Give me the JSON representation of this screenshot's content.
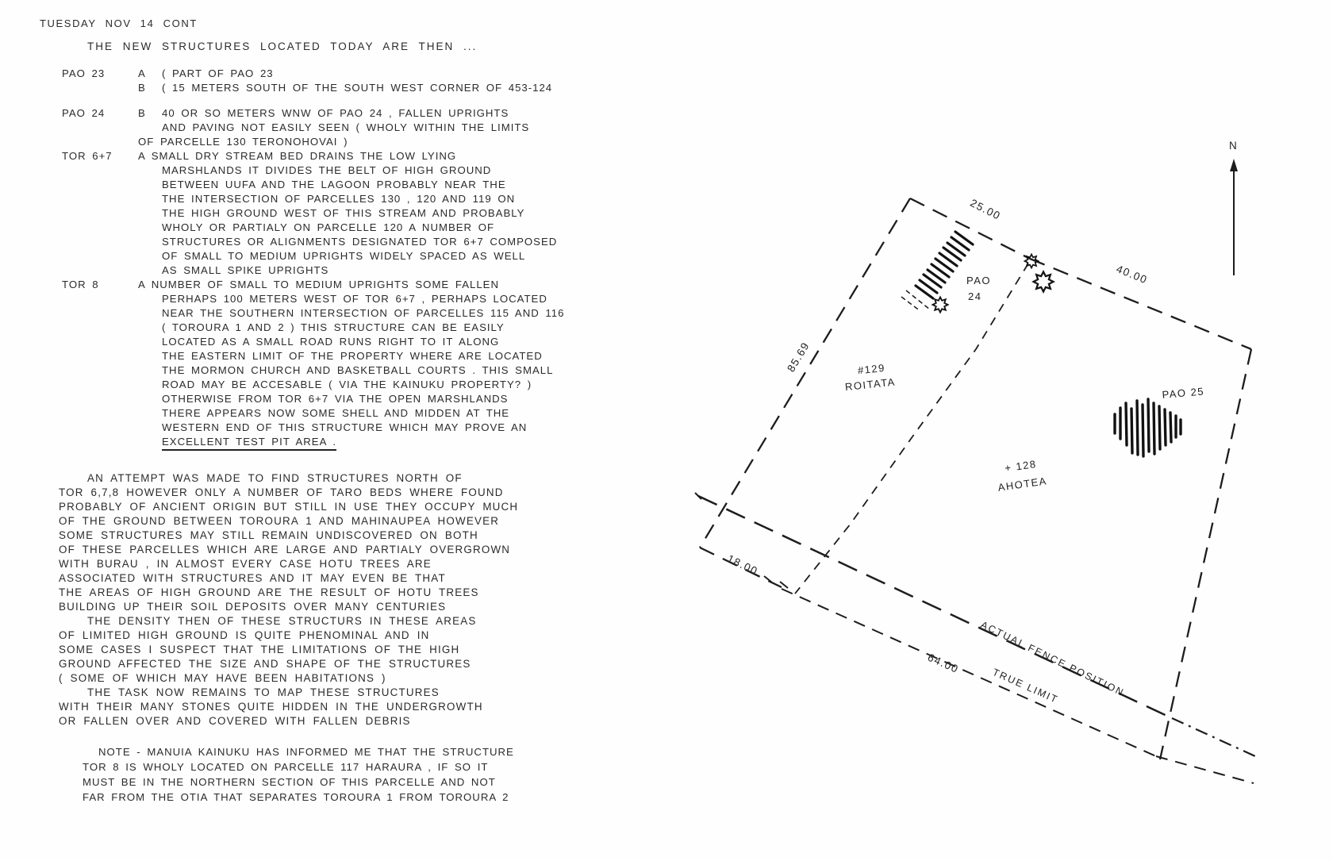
{
  "document": {
    "heading": "TUESDAY NOV 14 CONT",
    "intro": "THE NEW STRUCTURES LOCATED TODAY ARE THEN ...",
    "entries": [
      {
        "label": "PAO 23",
        "sub": "A",
        "text": "( PART OF PAO 23"
      },
      {
        "label": "",
        "sub": "B",
        "text": "( 15 METERS SOUTH OF THE SOUTH WEST CORNER OF 453-124"
      },
      {
        "label": "PAO 24",
        "sub": "B",
        "text": "40 OR SO METERS WNW OF PAO 24 , FALLEN UPRIGHTS"
      },
      {
        "text": "AND PAVING NOT EASILY SEEN ( WHOLY WITHIN THE LIMITS"
      },
      {
        "text": "OF PARCELLE 130 TERONOHOVAI )"
      },
      {
        "label": "TOR 6+7",
        "sub": "",
        "text": "A SMALL DRY STREAM BED DRAINS THE LOW LYING"
      },
      {
        "text": "MARSHLANDS IT DIVIDES THE BELT OF HIGH GROUND"
      },
      {
        "text": "BETWEEN UUFA AND THE LAGOON PROBABLY NEAR THE"
      },
      {
        "text": "THE INTERSECTION OF PARCELLES 130 , 120 AND 119 ON"
      },
      {
        "text": "THE HIGH GROUND WEST OF THIS STREAM AND PROBABLY"
      },
      {
        "text": "WHOLY OR PARTIALY ON PARCELLE 120 A NUMBER OF"
      },
      {
        "text": "STRUCTURES OR ALIGNMENTS DESIGNATED TOR 6+7 COMPOSED"
      },
      {
        "text": "OF SMALL TO MEDIUM UPRIGHTS WIDELY SPACED AS WELL"
      },
      {
        "text": "AS SMALL SPIKE UPRIGHTS"
      },
      {
        "label": "TOR 8",
        "sub": "",
        "text": "A NUMBER OF SMALL TO MEDIUM UPRIGHTS SOME FALLEN"
      },
      {
        "text": "PERHAPS 100 METERS WEST OF TOR 6+7 , PERHAPS LOCATED"
      },
      {
        "text": "NEAR THE SOUTHERN INTERSECTION OF PARCELLES 115 AND 116"
      },
      {
        "text": "( TOROURA 1 AND 2 )  THIS STRUCTURE CAN BE EASILY"
      },
      {
        "text": "LOCATED AS A SMALL ROAD RUNS RIGHT TO IT ALONG"
      },
      {
        "text": "THE EASTERN LIMIT OF THE PROPERTY WHERE ARE LOCATED"
      },
      {
        "text": "THE MORMON CHURCH AND BASKETBALL COURTS . THIS SMALL"
      },
      {
        "text": "ROAD MAY BE ACCESABLE ( VIA THE KAINUKU PROPERTY? )"
      },
      {
        "text": "OTHERWISE FROM TOR 6+7 VIA THE OPEN MARSHLANDS"
      },
      {
        "text": "THERE APPEARS NOW SOME SHELL AND MIDDEN AT THE"
      },
      {
        "text": "WESTERN END OF THIS STRUCTURE WHICH MAY PROVE AN"
      },
      {
        "text": "EXCELLENT TEST PIT AREA ."
      }
    ],
    "paragraph": [
      "AN ATTEMPT WAS MADE TO FIND STRUCTURES NORTH OF",
      "TOR 6,7,8 HOWEVER ONLY A NUMBER OF TARO BEDS WHERE FOUND",
      "PROBABLY OF ANCIENT ORIGIN BUT STILL IN USE THEY OCCUPY MUCH",
      "OF THE GROUND BETWEEN TOROURA 1 AND MAHINAUPEA HOWEVER",
      "SOME STRUCTURES MAY STILL REMAIN UNDISCOVERED ON BOTH",
      "OF THESE PARCELLES WHICH ARE LARGE AND PARTIALY OVERGROWN",
      "WITH BURAU , IN ALMOST EVERY CASE HOTU TREES ARE",
      "ASSOCIATED WITH STRUCTURES AND IT MAY EVEN BE THAT",
      "THE AREAS OF HIGH GROUND ARE THE RESULT OF HOTU TREES",
      "BUILDING UP THEIR SOIL DEPOSITS OVER MANY CENTURIES",
      "THE DENSITY THEN OF THESE STRUCTURS IN THESE AREAS",
      "OF LIMITED HIGH GROUND IS QUITE PHENOMINAL AND IN",
      "SOME CASES I SUSPECT THAT THE LIMITATIONS OF THE HIGH",
      "GROUND AFFECTED THE SIZE AND SHAPE OF THE STRUCTURES",
      "( SOME OF WHICH MAY HAVE BEEN HABITATIONS )",
      "THE TASK NOW REMAINS TO MAP THESE STRUCTURES",
      "WITH THEIR MANY STONES QUITE HIDDEN IN THE UNDERGROWTH",
      "OR FALLEN OVER AND COVERED WITH FALLEN DEBRIS"
    ],
    "note": [
      "NOTE - MANUIA KAINUKU HAS INFORMED ME THAT THE STRUCTURE",
      "TOR 8 IS WHOLY LOCATED ON PARCELLE 117 HARAURA , IF SO IT",
      "MUST BE IN THE NORTHERN SECTION OF THIS PARCELLE AND NOT",
      "FAR FROM THE OTIA THAT SEPARATES TOROURA 1 FROM TOROURA 2"
    ],
    "ink_color": "#2b2b2b"
  },
  "map": {
    "north_label": "N",
    "dim_top_left_edge": "25.00",
    "dim_top_right_edge": "40.00",
    "dim_left_edge": "85.69",
    "dim_bottom_left_edge": "18.00",
    "dim_bottom_edge": "64.00",
    "parcel_129_number": "#129",
    "parcel_129_name": "ROITATA",
    "parcel_128_number": "+ 128",
    "parcel_128_name": "AHOTEA",
    "structure_pao24_line1": "PAO",
    "structure_pao24_line2": "24",
    "structure_pao25_label": "PAO 25",
    "fence_line_label": "ACTUAL FENCE POSITION",
    "true_limit_label": "TRUE LIMIT"
  }
}
